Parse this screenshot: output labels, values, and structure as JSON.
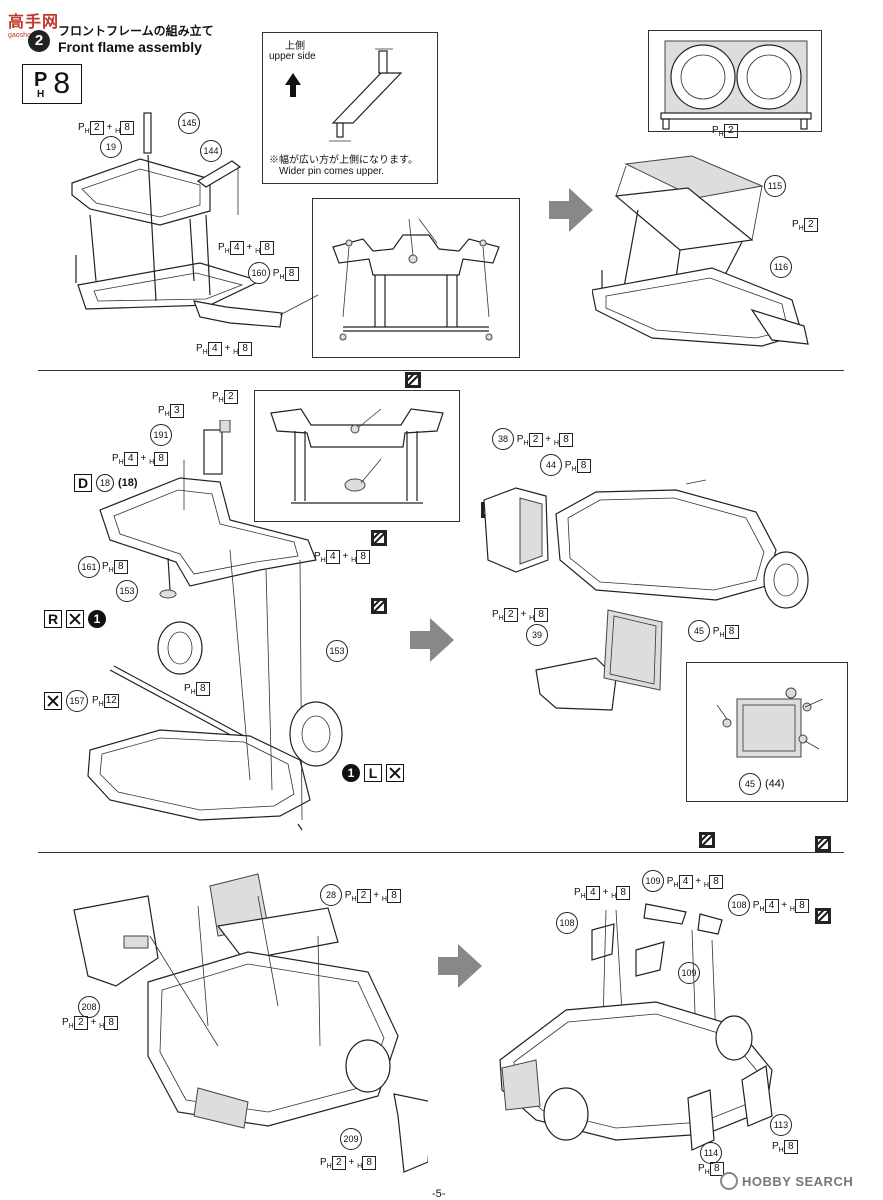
{
  "header": {
    "step_number": "2",
    "title_jp": "フロントフレームの組み立て",
    "title_en": "Front flame assembly",
    "ph_letter_p": "P",
    "ph_letter_h": "H",
    "ph_value": "8"
  },
  "watermark_top": {
    "text": "高手网",
    "sub": "gaoshou.net"
  },
  "note": {
    "upper_jp": "上側",
    "upper_en": "upper side",
    "line1": "※幅が広い方が上側になります。",
    "line2": "Wider pin comes upper."
  },
  "section1": {
    "callouts": [
      {
        "num": "145"
      },
      {
        "num": "19"
      },
      {
        "num": "144"
      },
      {
        "num": "160"
      },
      {
        "num": "115"
      },
      {
        "num": "116"
      }
    ],
    "labels": {
      "ph2_h8": [
        "2",
        "8"
      ],
      "ph4_h8_a": [
        "4",
        "8"
      ],
      "ph8_160": "8",
      "ph4_h8_b": [
        "4",
        "8"
      ],
      "ph2_top": "2",
      "ph2_right": "2"
    }
  },
  "section2": {
    "callouts": {
      "n191": "191",
      "n161": "161",
      "n153a": "153",
      "n153b": "153",
      "n157": "157",
      "n38": "38",
      "n44": "44",
      "n39": "39",
      "n45": "45",
      "n45b": "45",
      "n44b": "(44)"
    },
    "labels": {
      "ph2": "2",
      "ph3": "3",
      "ph4_h8": [
        "4",
        "8"
      ],
      "d_code": "D",
      "d_18": "18",
      "d_18b": "(18)",
      "ph8_161": "8",
      "ph4_h8_r": [
        "4",
        "8"
      ],
      "r_letter": "R",
      "one": "1",
      "ph12": "12",
      "ph8_mid": "8",
      "l_letter": "L",
      "ph2_h8_38": [
        "2",
        "8"
      ],
      "ph8_44": "8",
      "ph2_h8_39": [
        "2",
        "8"
      ],
      "ph8_45": "8"
    }
  },
  "section3": {
    "callouts": {
      "n28": "28",
      "n208": "208",
      "n209": "209",
      "n109a": "109",
      "n108a": "108",
      "n108b": "108",
      "n109b": "109",
      "n113": "113",
      "n114": "114"
    },
    "labels": {
      "ph2_h8_28": [
        "2",
        "8"
      ],
      "ph2_h8_208": [
        "2",
        "8"
      ],
      "ph2_h8_209": [
        "2",
        "8"
      ],
      "ph4_h8_top": [
        "4",
        "8"
      ],
      "ph4_h8_109": [
        "4",
        "8"
      ],
      "ph4_h8_108": [
        "4",
        "8"
      ],
      "ph8_113": "8",
      "ph8_114": "8"
    }
  },
  "footer": {
    "page": "-5-",
    "watermark": "HOBBY SEARCH"
  }
}
